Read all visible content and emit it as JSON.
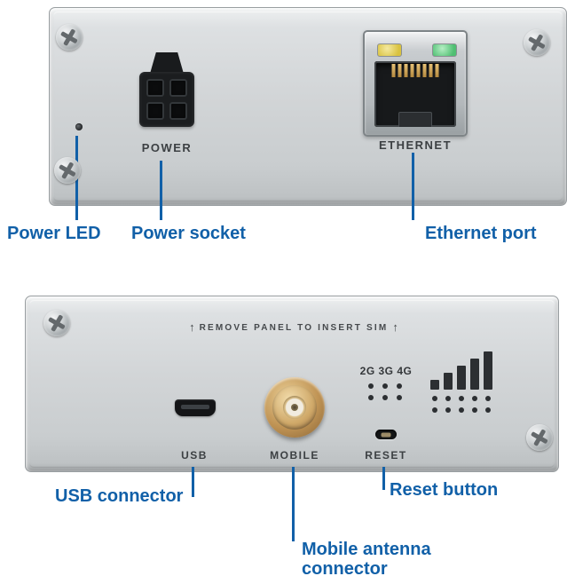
{
  "diagram": {
    "front_panel": {
      "power_print": "POWER",
      "ethernet_print": "ETHERNET"
    },
    "back_panel": {
      "arrow_up": "↑",
      "sim_notice": "REMOVE PANEL TO INSERT SIM",
      "usb_print": "USB",
      "mobile_print": "MOBILE",
      "reset_print": "RESET",
      "network_print": "2G 3G 4G"
    },
    "callouts": {
      "power_led": "Power LED",
      "power_socket": "Power socket",
      "ethernet_port": "Ethernet port",
      "usb_connector": "USB connector",
      "mobile_antenna_line1": "Mobile antenna",
      "mobile_antenna_line2": "connector",
      "reset_button": "Reset button"
    },
    "colors": {
      "callout_blue": "#1160a8",
      "panel_silver": "#d2d5d7",
      "print_color": "#3c4043",
      "ethernet_led_yellow": "#d9c23f",
      "ethernet_led_green": "#4fbf72",
      "sma_gold": "#c09455"
    }
  }
}
